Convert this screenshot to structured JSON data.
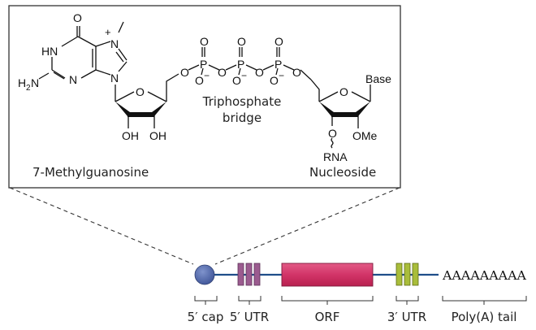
{
  "cap_structure": {
    "guanine_atoms": {
      "o": "O",
      "hn": "HN",
      "n_plus": "N",
      "plus": "+",
      "n_ring": "N",
      "n_bottom": "N",
      "n9": "N",
      "h2n_h": "H",
      "h2n_2": "2",
      "h2n_n": "N"
    },
    "sugar1": {
      "o": "O",
      "oh1": "OH",
      "oh2": "OH"
    },
    "triphosphate": {
      "phosphates": [
        {
          "p": "P",
          "o_top": "O",
          "o_minus": "O",
          "charge": "−"
        },
        {
          "p": "P",
          "o_top": "O",
          "o_minus": "O",
          "charge": "−"
        },
        {
          "p": "P",
          "o_top": "O",
          "o_minus": "O",
          "charge": "−"
        }
      ],
      "bridge_o": [
        "O",
        "O",
        "O",
        "O"
      ]
    },
    "sugar2": {
      "o": "O",
      "base": "Base",
      "o3": "O",
      "rna": "RNA",
      "ome": "OMe"
    },
    "labels": {
      "left": "7-Methylguanosine",
      "middle_line1": "Triphosphate",
      "middle_line2": "bridge",
      "right": "Nucleoside"
    }
  },
  "mrna": {
    "colors": {
      "cap": "#4a64a8",
      "line": "#1f4e8a",
      "utr5": "#9b5b8f",
      "orf": "#d4336a",
      "utr3": "#a9bd3a"
    },
    "poly_a": "AAAAAAAAA",
    "segments": [
      {
        "id": "cap",
        "label": "5′ cap"
      },
      {
        "id": "utr5",
        "label": "5′ UTR"
      },
      {
        "id": "orf",
        "label": "ORF"
      },
      {
        "id": "utr3",
        "label": "3′ UTR"
      },
      {
        "id": "polya",
        "label": "Poly(A) tail"
      }
    ]
  }
}
